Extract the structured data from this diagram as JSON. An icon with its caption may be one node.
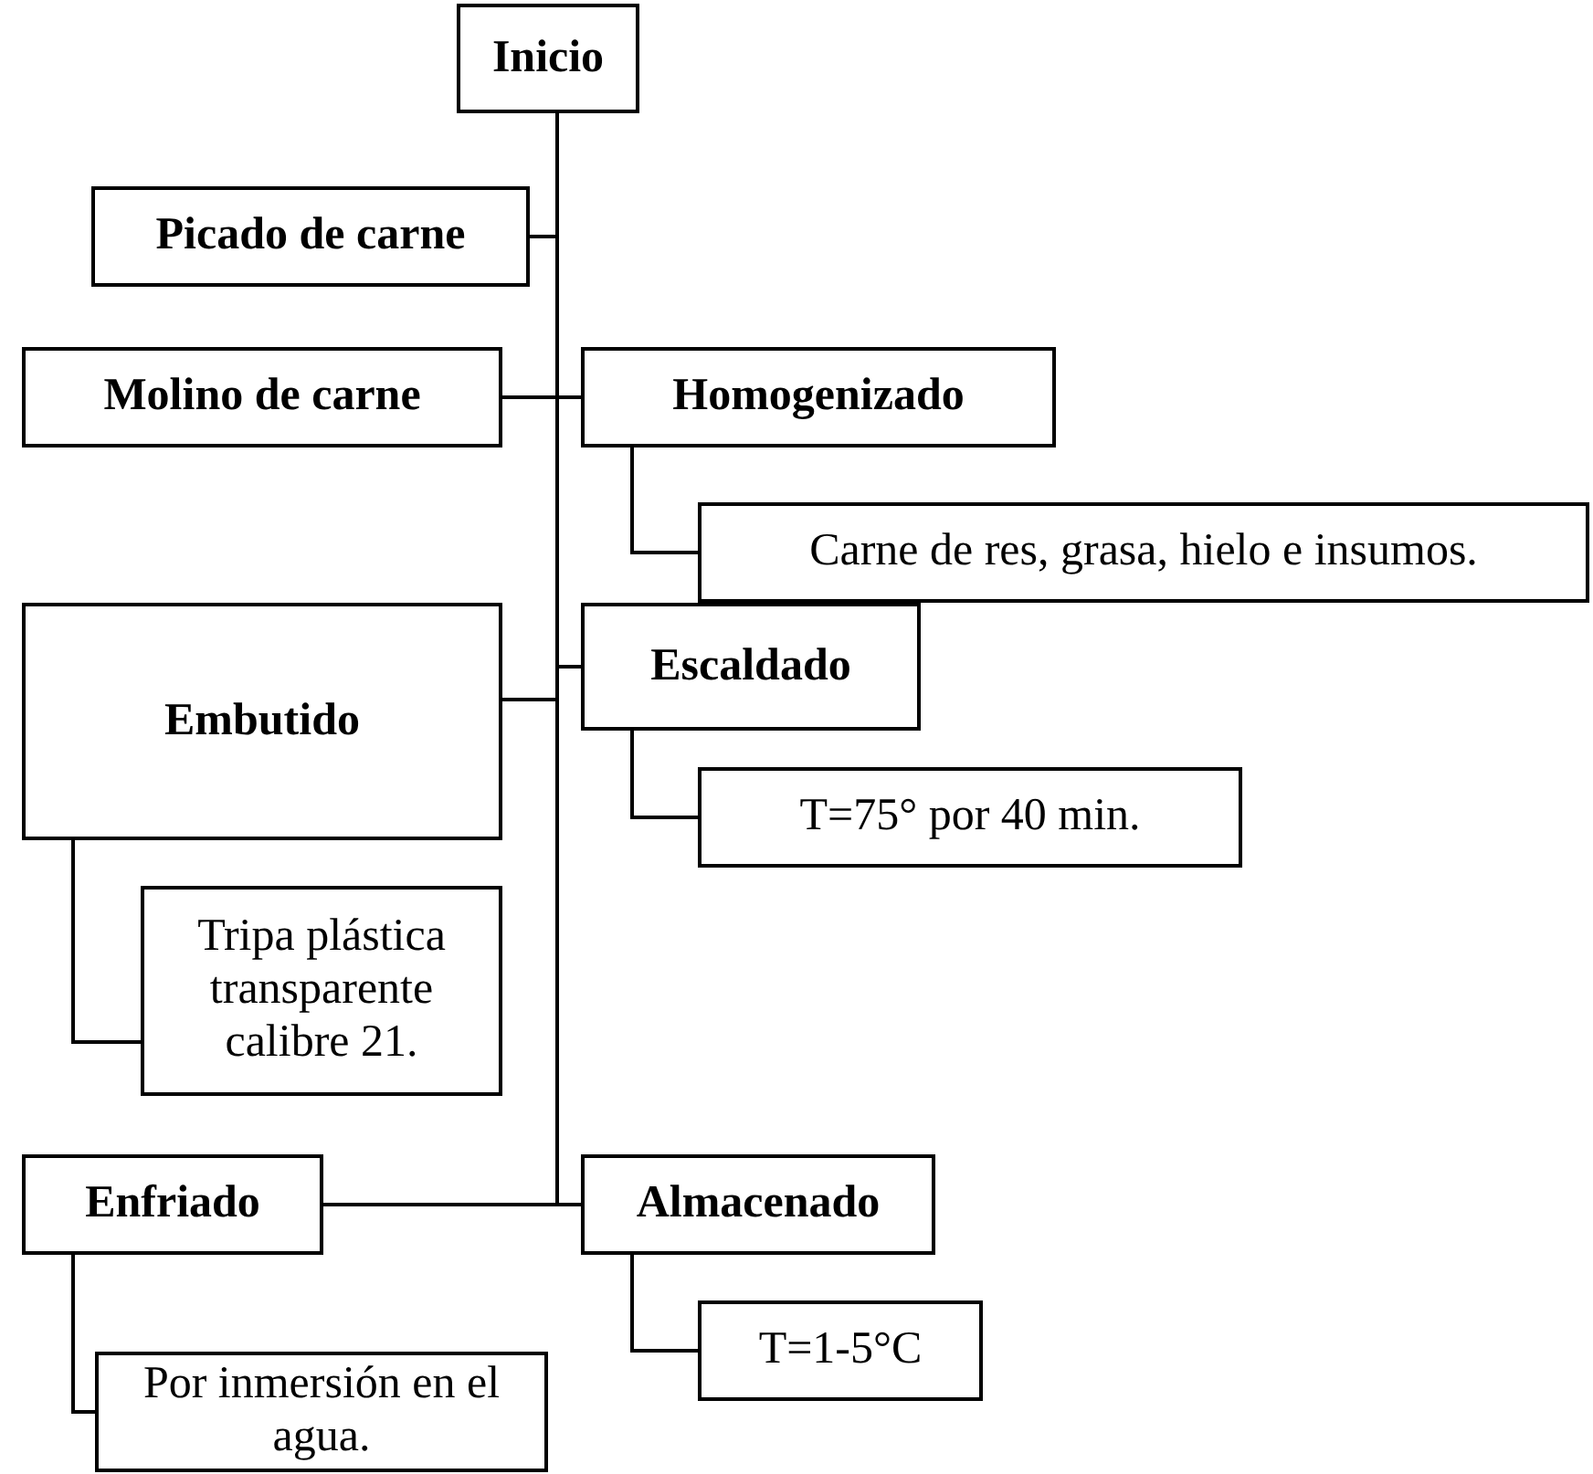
{
  "diagram": {
    "nodes": [
      {
        "text": [
          "Inicio"
        ]
      },
      {
        "text": [
          "Picado de carne"
        ]
      },
      {
        "text": [
          "Molino de carne"
        ]
      },
      {
        "text": [
          "Homogenizado"
        ]
      },
      {
        "text": [
          "Carne de res, grasa, hielo e insumos."
        ]
      },
      {
        "text": [
          "Embutido"
        ]
      },
      {
        "text": [
          "Escaldado"
        ]
      },
      {
        "text": [
          "T=75° por 40 min."
        ]
      },
      {
        "text": [
          "Tripa plástica transparente calibre 21."
        ]
      },
      {
        "text": [
          "Enfriado"
        ]
      },
      {
        "text": [
          "Almacenado"
        ]
      },
      {
        "text": [
          "T=1-5°C"
        ]
      },
      {
        "text": [
          "Por inmersión en el agua."
        ]
      }
    ],
    "edges": [
      {
        "from": 0,
        "to": 1,
        "arrow": "none"
      },
      {
        "from": 0,
        "to": 2,
        "arrow": "none"
      },
      {
        "from": 0,
        "to": 3,
        "arrow": "none"
      },
      {
        "from": 3,
        "to": 4,
        "arrow": "none"
      },
      {
        "from": 0,
        "to": 5,
        "arrow": "none"
      },
      {
        "from": 0,
        "to": 6,
        "arrow": "none"
      },
      {
        "from": 6,
        "to": 7,
        "arrow": "none"
      },
      {
        "from": 5,
        "to": 8,
        "arrow": "none"
      },
      {
        "from": 0,
        "to": 9,
        "arrow": "none"
      },
      {
        "from": 0,
        "to": 10,
        "arrow": "none"
      },
      {
        "from": 10,
        "to": 11,
        "arrow": "none"
      },
      {
        "from": 9,
        "to": 12,
        "arrow": "none"
      }
    ]
  }
}
